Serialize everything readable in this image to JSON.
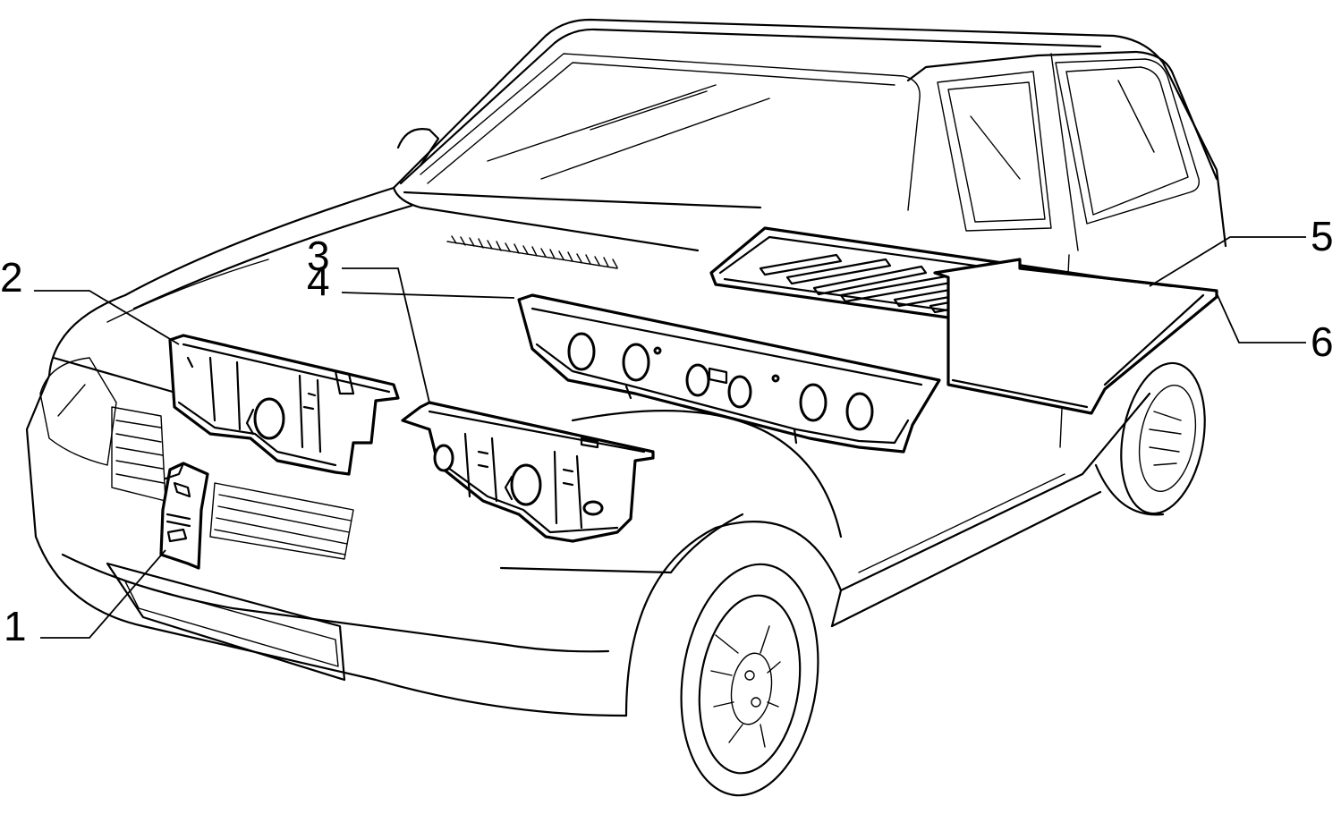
{
  "diagram": {
    "callouts": [
      {
        "id": "1",
        "label": "1"
      },
      {
        "id": "2",
        "label": "2"
      },
      {
        "id": "3",
        "label": "3"
      },
      {
        "id": "4",
        "label": "4"
      },
      {
        "id": "5",
        "label": "5"
      },
      {
        "id": "6",
        "label": "6"
      }
    ],
    "line_color": "#000000",
    "background_color": "#ffffff"
  }
}
